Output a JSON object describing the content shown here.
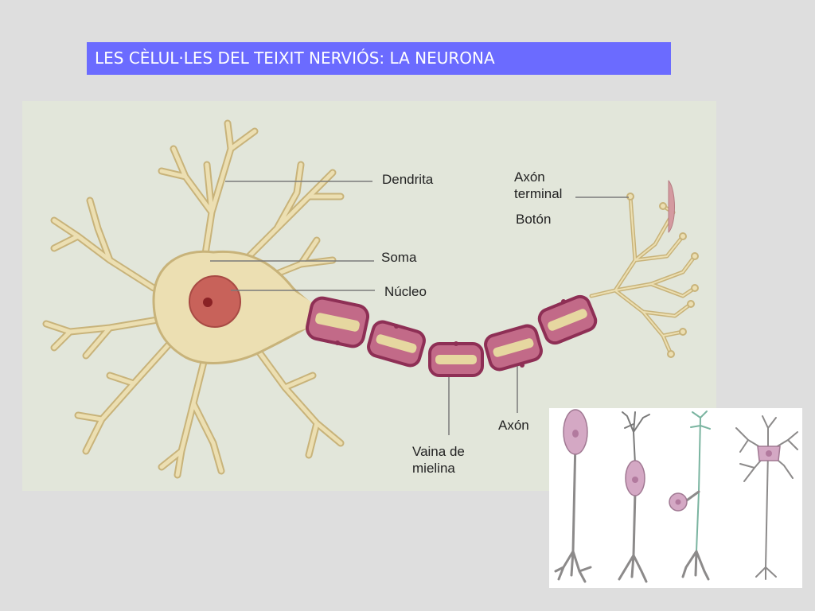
{
  "title": "LES CÈLUL·LES DEL TEIXIT NERVIÓS: LA NEURONA",
  "labels": {
    "dendrita": "Dendrita",
    "axon_terminal": "Axón\nterminal",
    "boton": "Botón",
    "soma": "Soma",
    "nucleo": "Núcleo",
    "axon": "Axón",
    "vaina": "Vaina de\nmielina"
  },
  "colors": {
    "title_bg": "#6b6bff",
    "slide_bg": "#dedede",
    "diagram_bg": "#e2e6da",
    "neuron_body": "#ecdfb2",
    "neuron_outline": "#c8b37a",
    "nucleus": "#c8625a",
    "myelin": "#c26a88",
    "myelin_outline": "#8e2f55"
  }
}
